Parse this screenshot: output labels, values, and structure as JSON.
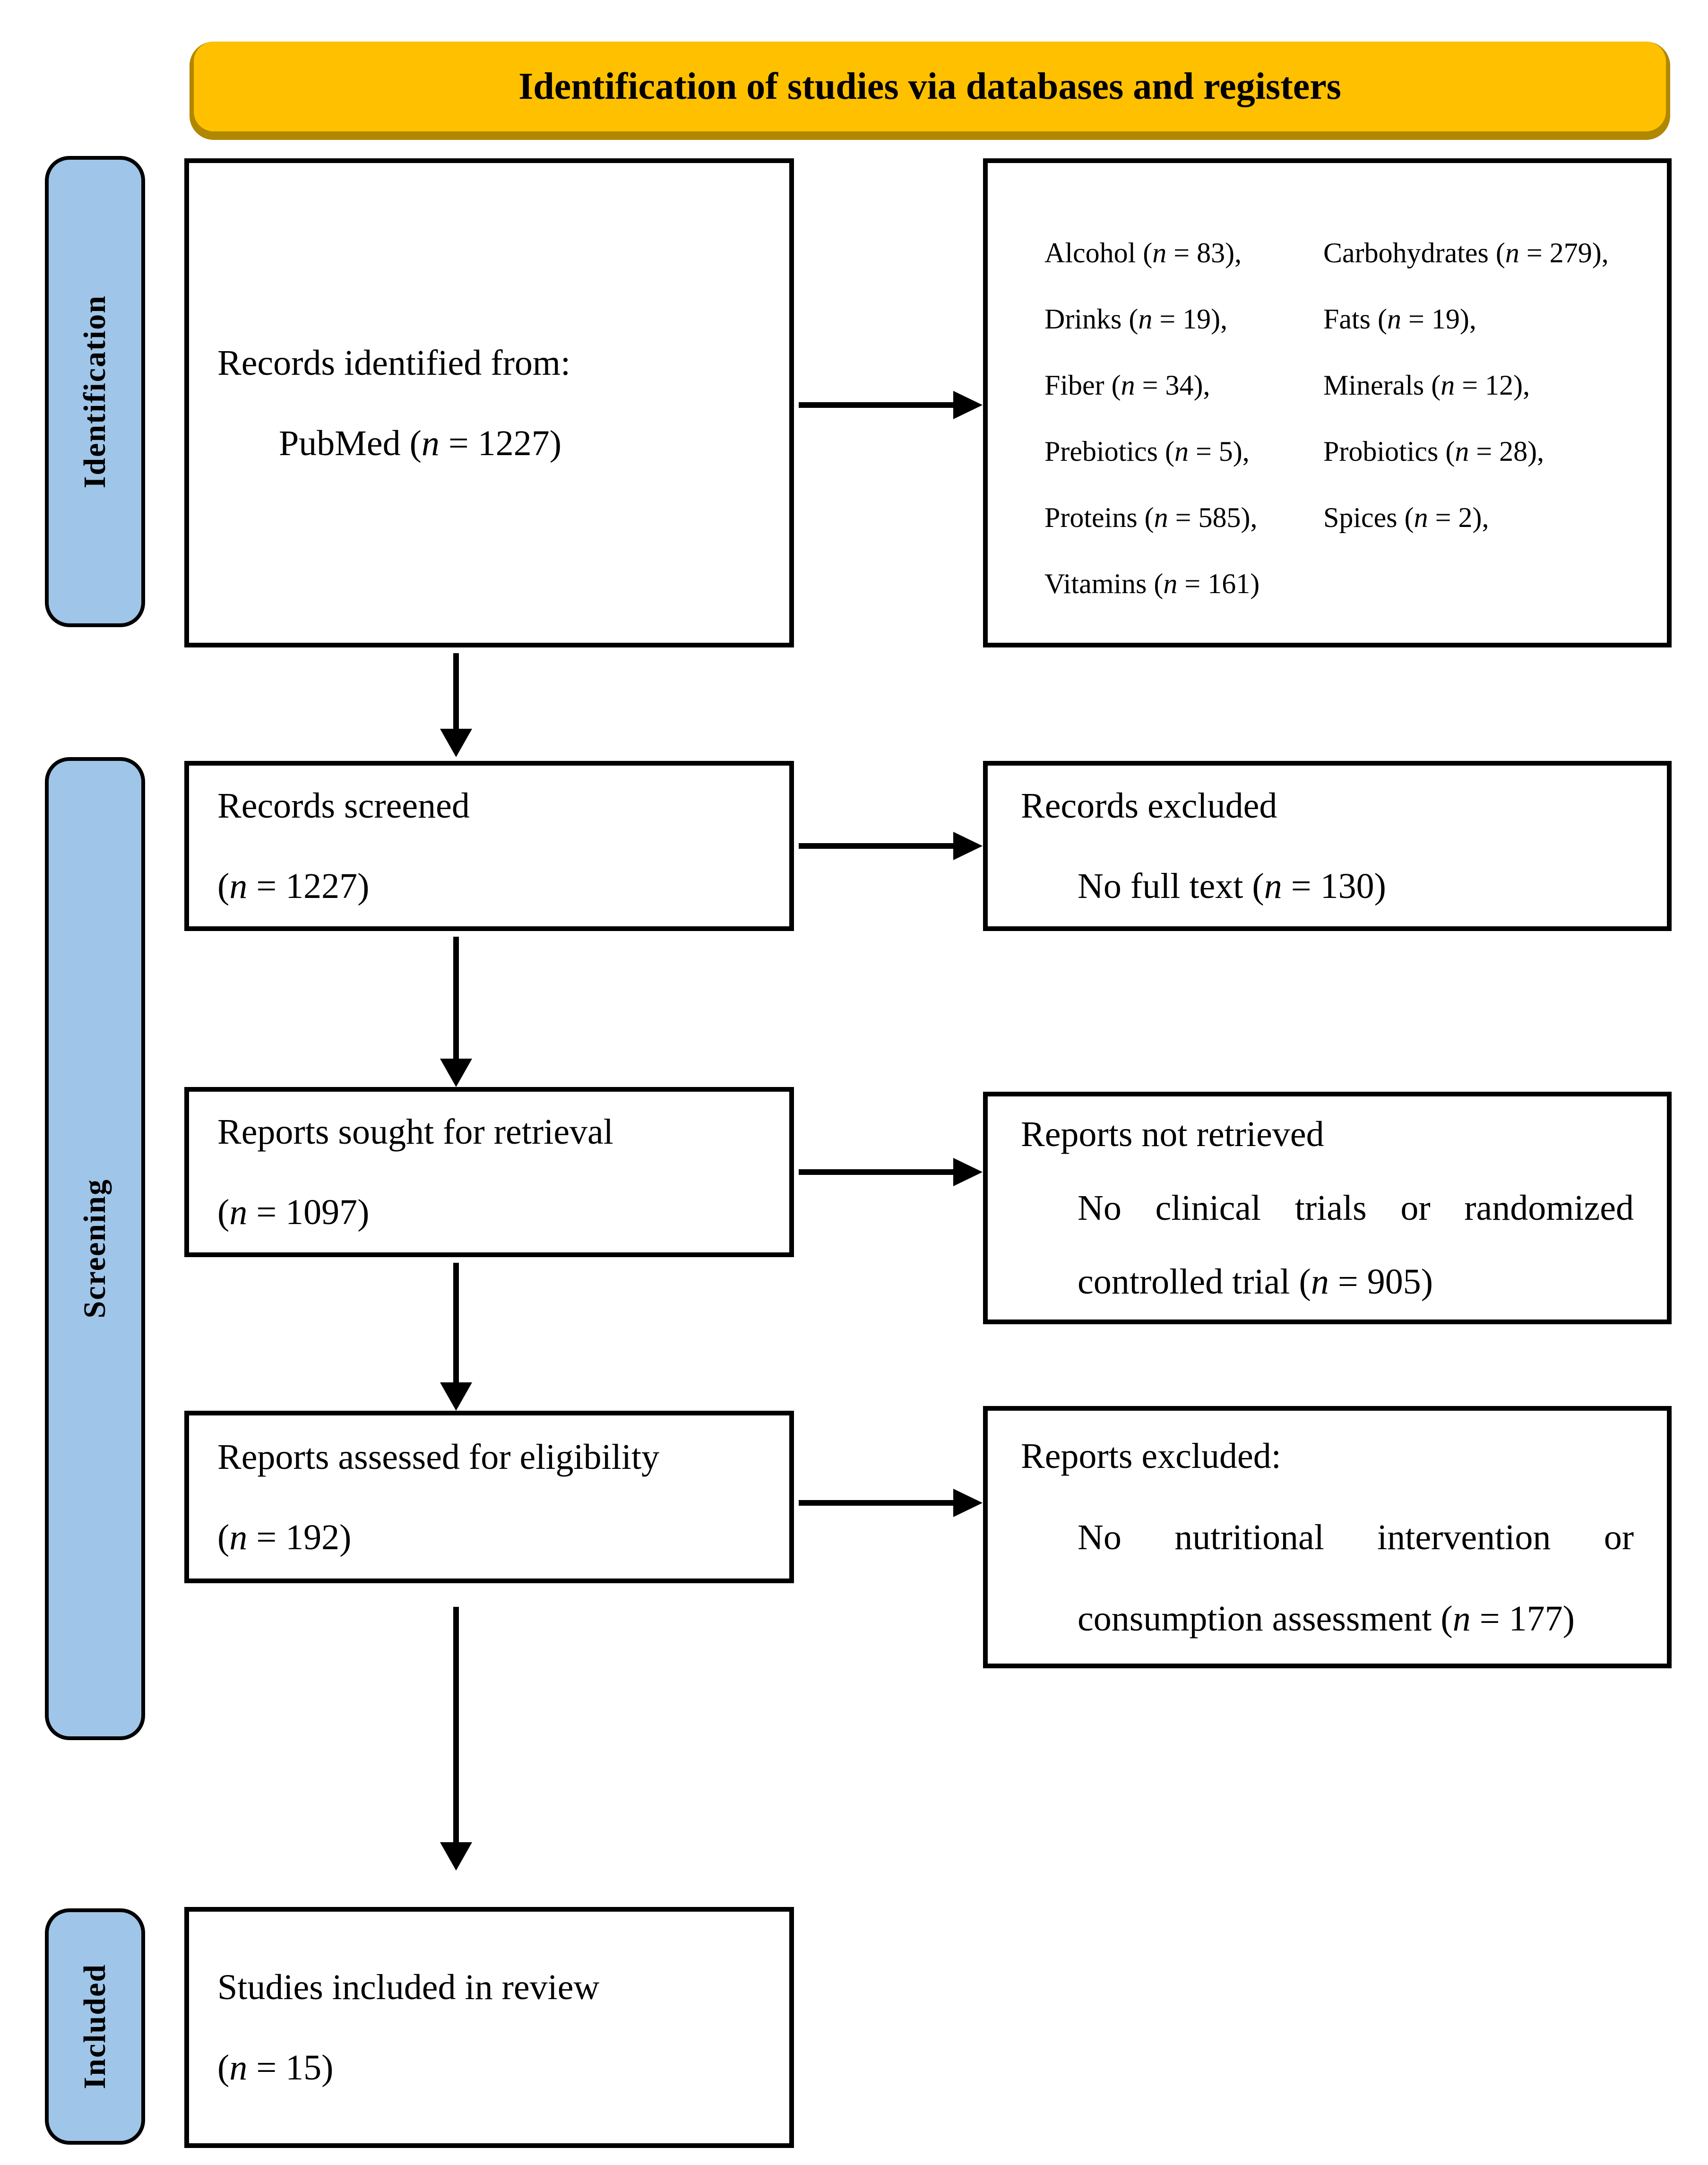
{
  "title": "Identification of studies via databases and registers",
  "side_labels": {
    "identification": "Identification",
    "screening": "Screening",
    "included": "Included"
  },
  "colors": {
    "banner_fill": "#FFC000",
    "banner_shadow": "#B18700",
    "stage_fill": "#9FC5E8",
    "box_border": "#000000"
  },
  "boxes": {
    "records_identified": {
      "line1": "Records identified from:",
      "line2": "PubMed (*n* = 1227)"
    },
    "categories": {
      "rows": [
        [
          "Alcohol (*n* = 83),",
          "Carbohydrates (*n* = 279),"
        ],
        [
          "Drinks (*n* = 19),",
          "Fats (*n* = 19),"
        ],
        [
          "Fiber (*n* = 34),",
          "Minerals (*n* = 12),"
        ],
        [
          "Prebiotics (*n* = 5),",
          "Probiotics (*n* = 28),"
        ],
        [
          "Proteins (*n* = 585),",
          "Spices (*n* = 2),"
        ],
        [
          "Vitamins (*n* = 161)",
          ""
        ]
      ]
    },
    "records_screened": {
      "line1": "Records screened",
      "line2": "(*n* = 1227)"
    },
    "records_excluded": {
      "line1": "Records excluded",
      "line2": "No full text (*n* = 130)"
    },
    "reports_sought": {
      "line1": "Reports sought for retrieval",
      "line2": "(*n* = 1097)"
    },
    "reports_not_retrieved": {
      "line1": "Reports not retrieved",
      "line2": "No clinical trials or randomized",
      "line3": "controlled trial (*n* = 905)"
    },
    "reports_assessed": {
      "line1": "Reports assessed for eligibility",
      "line2": "(*n* = 192)"
    },
    "reports_excluded": {
      "line1": "Reports excluded:",
      "line2": "No nutritional intervention or",
      "line3": "consumption assessment (*n* = 177)"
    },
    "studies_included": {
      "line1": "Studies included in review",
      "line2": "(*n* = 15)"
    }
  }
}
